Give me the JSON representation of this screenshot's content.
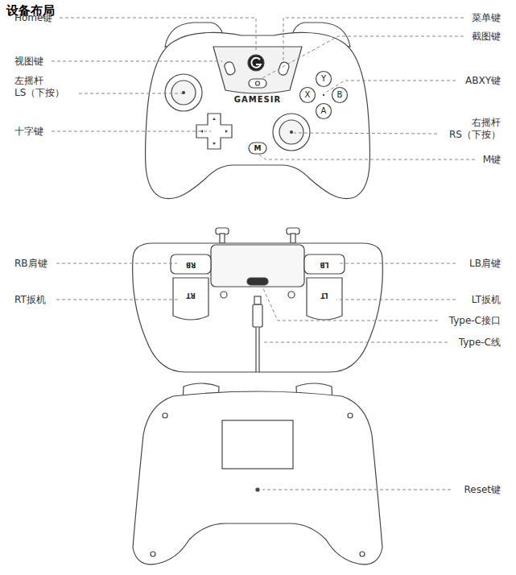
{
  "diagram": {
    "title": "设备布局",
    "labels": [
      "Home键",
      "菜单键",
      "视图键",
      "截图键",
      "左摇杆 LS（下按）",
      "ABXY键",
      "十字键",
      "右摇杆 RS（下按）",
      "M键",
      "GAMESIR",
      "Y",
      "X",
      "B",
      "A",
      "M",
      "RB肩键",
      "LB肩键",
      "RB",
      "LB",
      "RT扳机",
      "LT扳机",
      "RT",
      "LT",
      "Type-C接口",
      "Type-C线",
      "Reset键"
    ]
  }
}
